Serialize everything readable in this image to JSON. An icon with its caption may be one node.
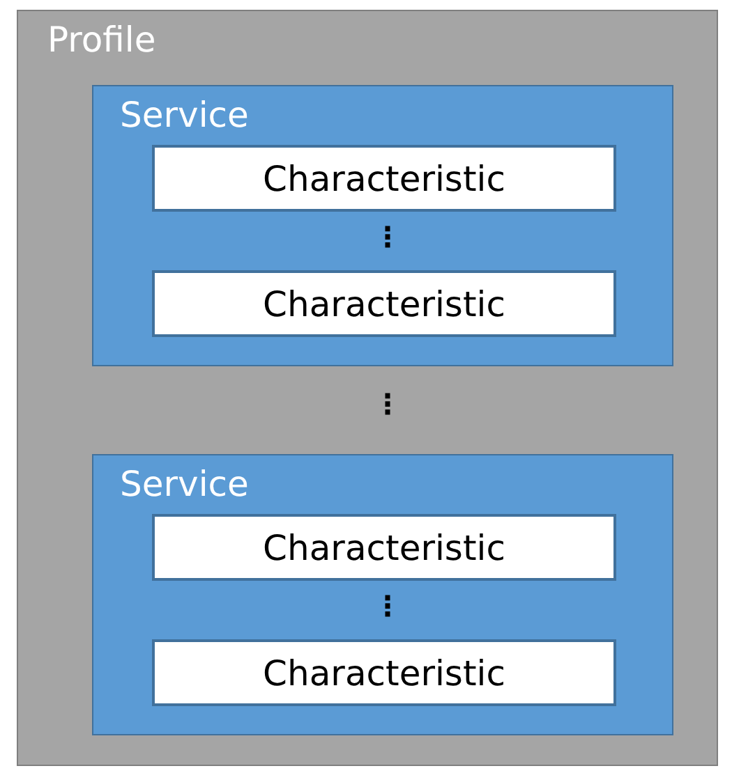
{
  "diagram": {
    "nodes": [
      {
        "text": [
          "Profile"
        ]
      },
      {
        "text": [
          "Service"
        ],
        "in": 0
      },
      {
        "text": [
          "Characteristic"
        ],
        "in": 1
      },
      {
        "text": [
          "Characteristic"
        ],
        "in": 1
      },
      {
        "text": [
          "Service"
        ],
        "in": 0
      },
      {
        "text": [
          "Characteristic"
        ],
        "in": 4
      },
      {
        "text": [
          "Characteristic"
        ],
        "in": 4
      }
    ],
    "labels": [
      "⋮",
      "⋮",
      "⋮"
    ]
  }
}
